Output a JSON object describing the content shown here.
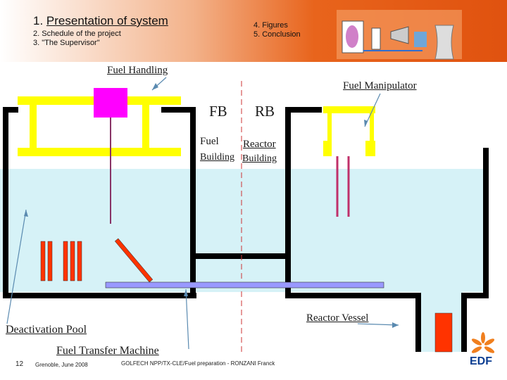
{
  "header": {
    "section_number": "1.",
    "section_title": "Presentation of system",
    "agenda_left": [
      "2. Schedule of the project",
      "3. \"The Supervisor\""
    ],
    "agenda_right": [
      "4. Figures",
      "5. Conclusion"
    ]
  },
  "labels": {
    "fuel_handling": "Fuel Handling",
    "fuel_manipulator": "Fuel Manipulator",
    "fb": "FB",
    "rb": "RB",
    "fuel": "Fuel",
    "building_left": "Building",
    "reactor": "Reactor",
    "building_right": "Building",
    "reactor_vessel": "Reactor Vessel",
    "deactivation_pool": "Deactivation Pool",
    "fuel_transfer_machine": "Fuel Transfer Machine"
  },
  "footer": {
    "page_number": "12",
    "place_date": "Grenoble, June 2008",
    "reference": "GOLFECH NPP/TX-CLE/Fuel preparation - RONZANI Franck"
  },
  "logo": {
    "text": "EDF",
    "brand_color": "#0a3d91",
    "accent_color": "#f07f1e"
  },
  "colors": {
    "water": "#d6f2f7",
    "crane": "#ffff00",
    "trolley": "#ff00ff",
    "fuel_rod": "#ff3300",
    "transfer_tube": "#9999ff",
    "wall": "#000000"
  }
}
